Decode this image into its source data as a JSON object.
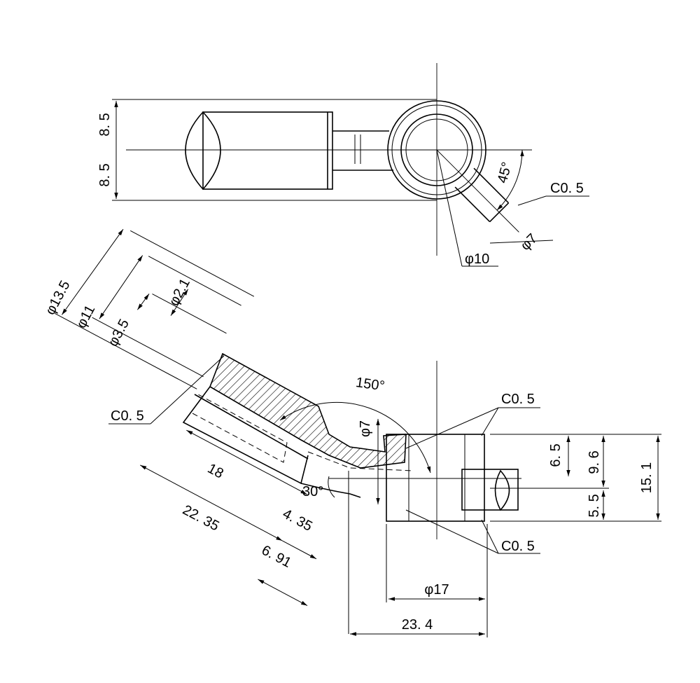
{
  "colors": {
    "line": "#000000",
    "background": "#ffffff"
  },
  "top_view": {
    "dim_upper": "8. 5",
    "dim_lower": "8. 5",
    "angle": "45°",
    "chamfer": "C0. 5",
    "dia_port": "φ7",
    "dia_bore": "φ10"
  },
  "side_view": {
    "dia_outer": "φ13.5",
    "dia_inner": "φ11",
    "dia_small": "φ3.5",
    "dia_hole": "φ2.1",
    "chamfer_left": "C0. 5",
    "angle_150": "150°",
    "dia_port": "φ7",
    "chamfer_top": "C0. 5",
    "chamfer_bottom": "C0. 5",
    "dim_18": "18",
    "dim_22_35": "22. 35",
    "dim_4_35": "4. 35",
    "dim_6_91": "6. 91",
    "angle_30": "30°",
    "dim_6_5": "6. 5",
    "dim_5_5": "5. 5",
    "dim_9_6": "9. 6",
    "dim_15_1": "15. 1",
    "dia_17": "φ17",
    "dim_23_4": "23. 4"
  }
}
